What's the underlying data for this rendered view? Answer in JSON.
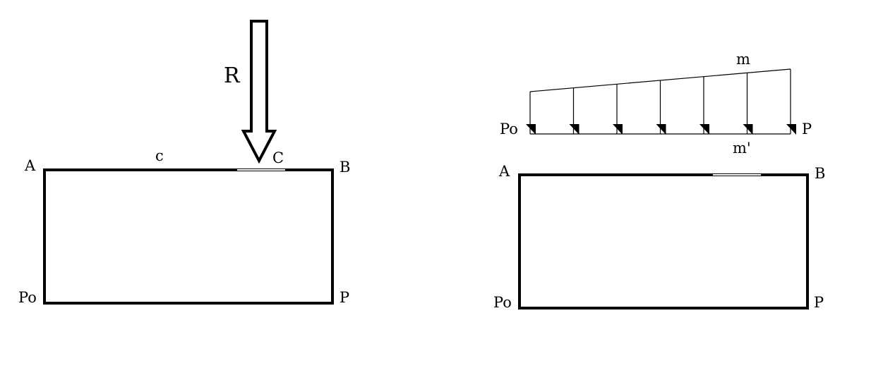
{
  "left_diagram": {
    "force_label": "R",
    "corner_top_left": "A",
    "corner_top_right": "B",
    "corner_bottom_left": "Po",
    "corner_bottom_right": "P",
    "segment_label": "c",
    "point_label": "C"
  },
  "right_diagram": {
    "load_top_label": "m",
    "load_bottom_label": "m'",
    "load_left_label": "Po",
    "load_right_label": "P",
    "corner_top_left": "A",
    "corner_top_right": "B",
    "corner_bottom_left": "Po",
    "corner_bottom_right": "P",
    "load_arrow_count": 7
  },
  "colors": {
    "stroke": "#000000",
    "background": "#ffffff"
  }
}
